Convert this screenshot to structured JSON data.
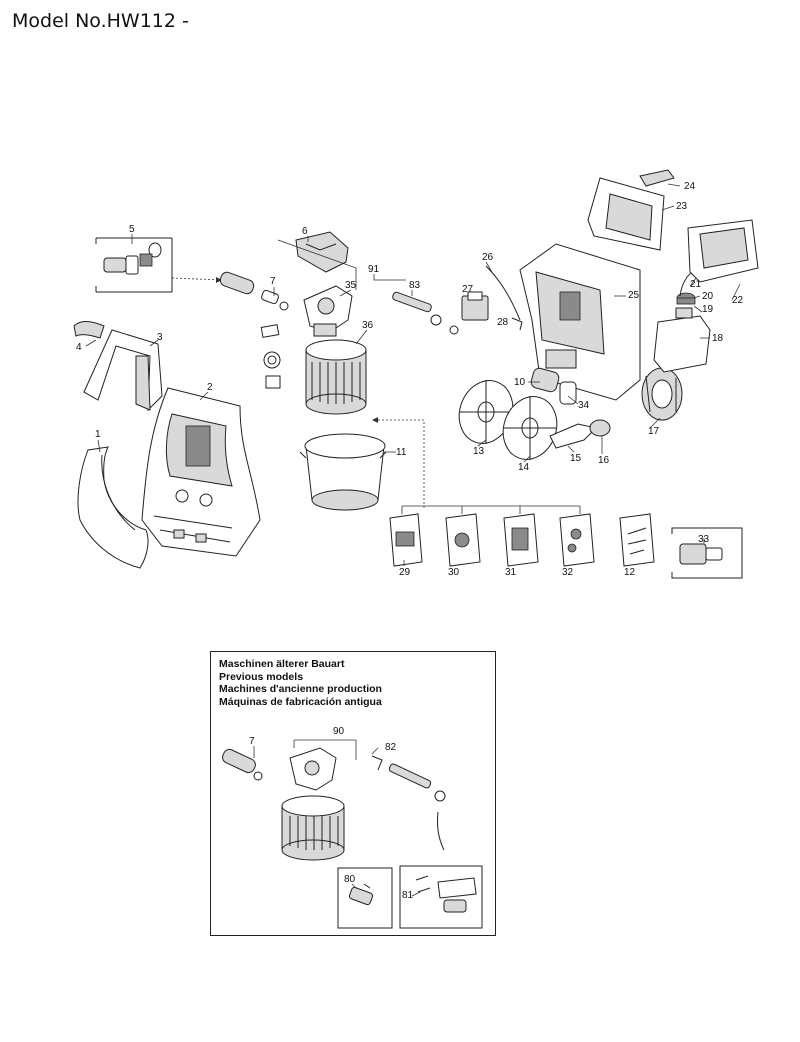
{
  "page": {
    "title": "Model No.HW112 -"
  },
  "parts": {
    "p1": "1",
    "p2": "2",
    "p3": "3",
    "p4": "4",
    "p5": "5",
    "p6": "6",
    "p7": "7",
    "p10": "10",
    "p11": "11",
    "p12": "12",
    "p13": "13",
    "p14": "14",
    "p15": "15",
    "p16": "16",
    "p17": "17",
    "p18": "18",
    "p19": "19",
    "p20": "20",
    "p21": "21",
    "p22": "22",
    "p23": "23",
    "p24": "24",
    "p25": "25",
    "p26": "26",
    "p27": "27",
    "p28": "28",
    "p29": "29",
    "p30": "30",
    "p31": "31",
    "p32": "32",
    "p33": "33",
    "p34": "34",
    "p35": "35",
    "p36": "36",
    "p83": "83",
    "p91": "91"
  },
  "legacy": {
    "heading": [
      "Maschinen älterer Bauart",
      "Previous models",
      "Machines d'ancienne production",
      "Máquinas de fabricación antigua"
    ],
    "parts": {
      "p7": "7",
      "p90": "90",
      "p82": "82",
      "p80": "80",
      "p81": "81"
    }
  }
}
